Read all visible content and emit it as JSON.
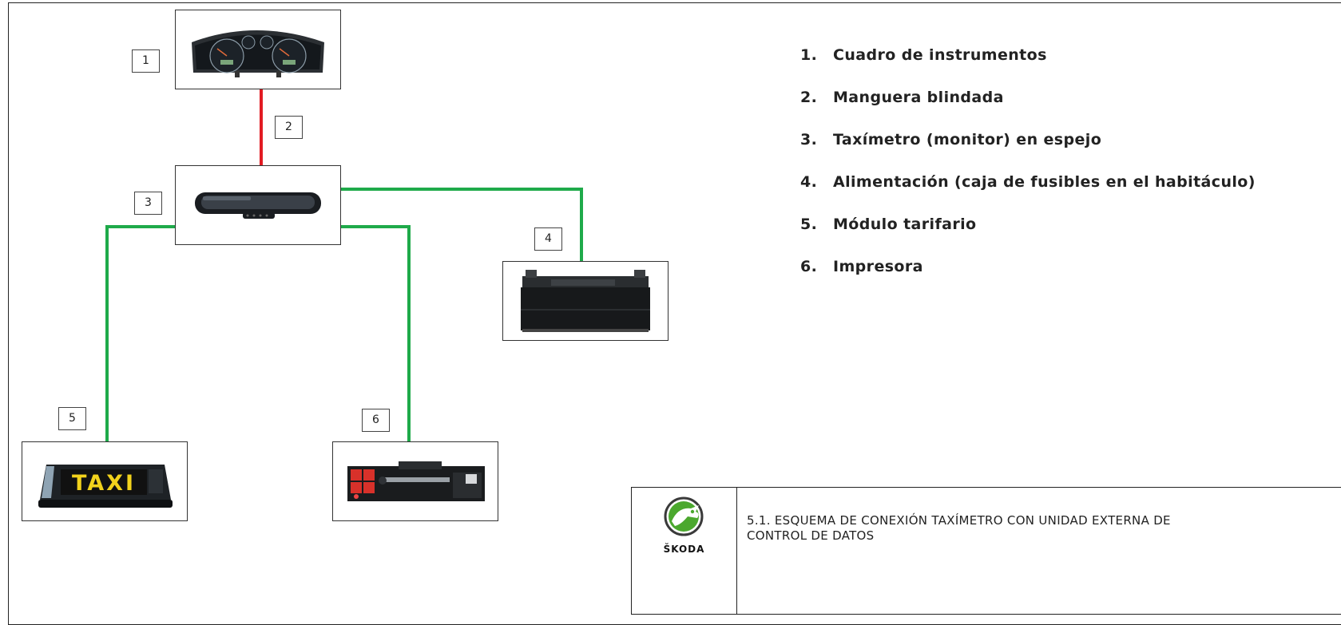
{
  "components": [
    {
      "number": "1",
      "icon": "instrument-cluster-icon"
    },
    {
      "number": "2",
      "icon": "armored-hose-icon"
    },
    {
      "number": "3",
      "icon": "mirror-taximeter-icon"
    },
    {
      "number": "4",
      "icon": "battery-icon"
    },
    {
      "number": "5",
      "icon": "taxi-sign-icon"
    },
    {
      "number": "6",
      "icon": "printer-icon"
    }
  ],
  "legend": [
    {
      "num": "1.",
      "text": "Cuadro de instrumentos"
    },
    {
      "num": "2.",
      "text": "Manguera blindada"
    },
    {
      "num": "3.",
      "text": "Taxímetro (monitor) en espejo"
    },
    {
      "num": "4.",
      "text": "Alimentación (caja de fusibles en el habitáculo)"
    },
    {
      "num": "5.",
      "text": "Módulo tarifario"
    },
    {
      "num": "6.",
      "text": "Impresora"
    }
  ],
  "taxi_sign_text": "TAXI",
  "title_block": {
    "brand": "ŠKODA",
    "title": "5.1. ESQUEMA DE CONEXIÓN TAXÍMETRO CON UNIDAD EXTERNA DE CONTROL DE DATOS"
  },
  "colors": {
    "red_wire": "#e21b23",
    "green_wire": "#1faa4a",
    "skoda_green": "#4ba82e"
  }
}
